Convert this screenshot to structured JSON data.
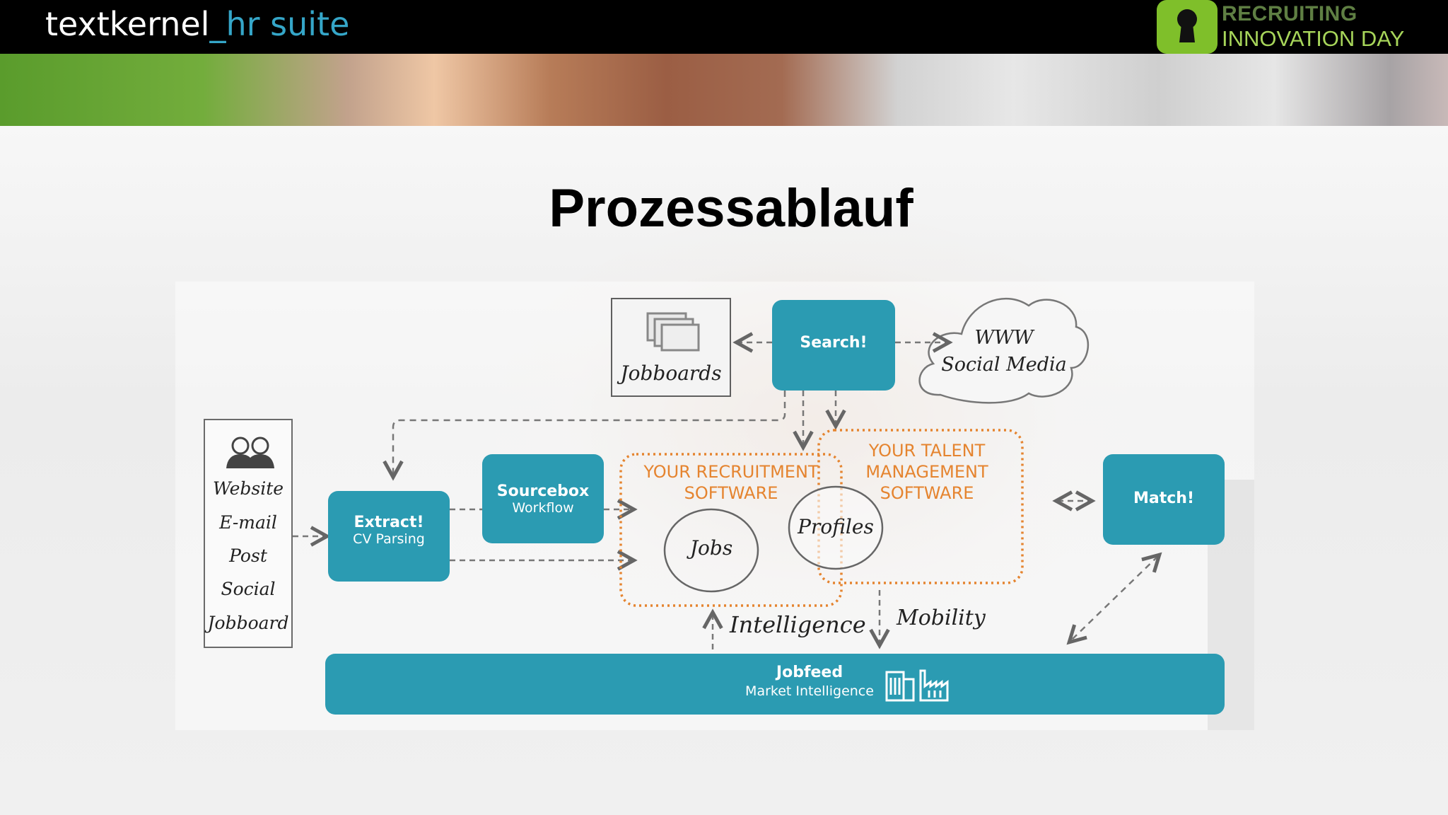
{
  "header": {
    "brand_main": "textkernel",
    "brand_sep": "_",
    "brand_accent": "hr suite",
    "event_line1": "RECRUITING",
    "event_line2": "INNOVATION DAY",
    "event_icon": "keyhole-lock-icon"
  },
  "slide": {
    "title": "Prozessablauf"
  },
  "diagram": {
    "sources": [
      "Website",
      "E-mail",
      "Post",
      "Social",
      "Jobboard"
    ],
    "sources_icon": "people-icon",
    "extract": {
      "title": "Extract!",
      "subtitle": "CV Parsing"
    },
    "sourcebox": {
      "title": "Sourcebox",
      "subtitle": "Workflow"
    },
    "search": {
      "title": "Search!"
    },
    "match": {
      "title": "Match!"
    },
    "jobboards": {
      "label": "Jobboards",
      "icon": "stacked-windows-icon"
    },
    "cloud": {
      "line1": "WWW",
      "line2": "Social Media"
    },
    "recruitment_software": {
      "line1": "YOUR RECRUITMENT",
      "line2": "SOFTWARE"
    },
    "talent_software": {
      "line1": "YOUR TALENT",
      "line2": "MANAGEMENT",
      "line3": "SOFTWARE"
    },
    "jobs_label": "Jobs",
    "profiles_label": "Profiles",
    "intelligence_label": "Intelligence",
    "mobility_label": "Mobility",
    "jobfeed": {
      "title": "Jobfeed",
      "subtitle": "Market Intelligence",
      "icon": "buildings-factory-icon"
    }
  },
  "colors": {
    "teal": "#2b9bb2",
    "orange": "#e5842f",
    "header_bg": "#000000",
    "brand_accent": "#35a6c8",
    "event_green": "#7fbf2a"
  }
}
